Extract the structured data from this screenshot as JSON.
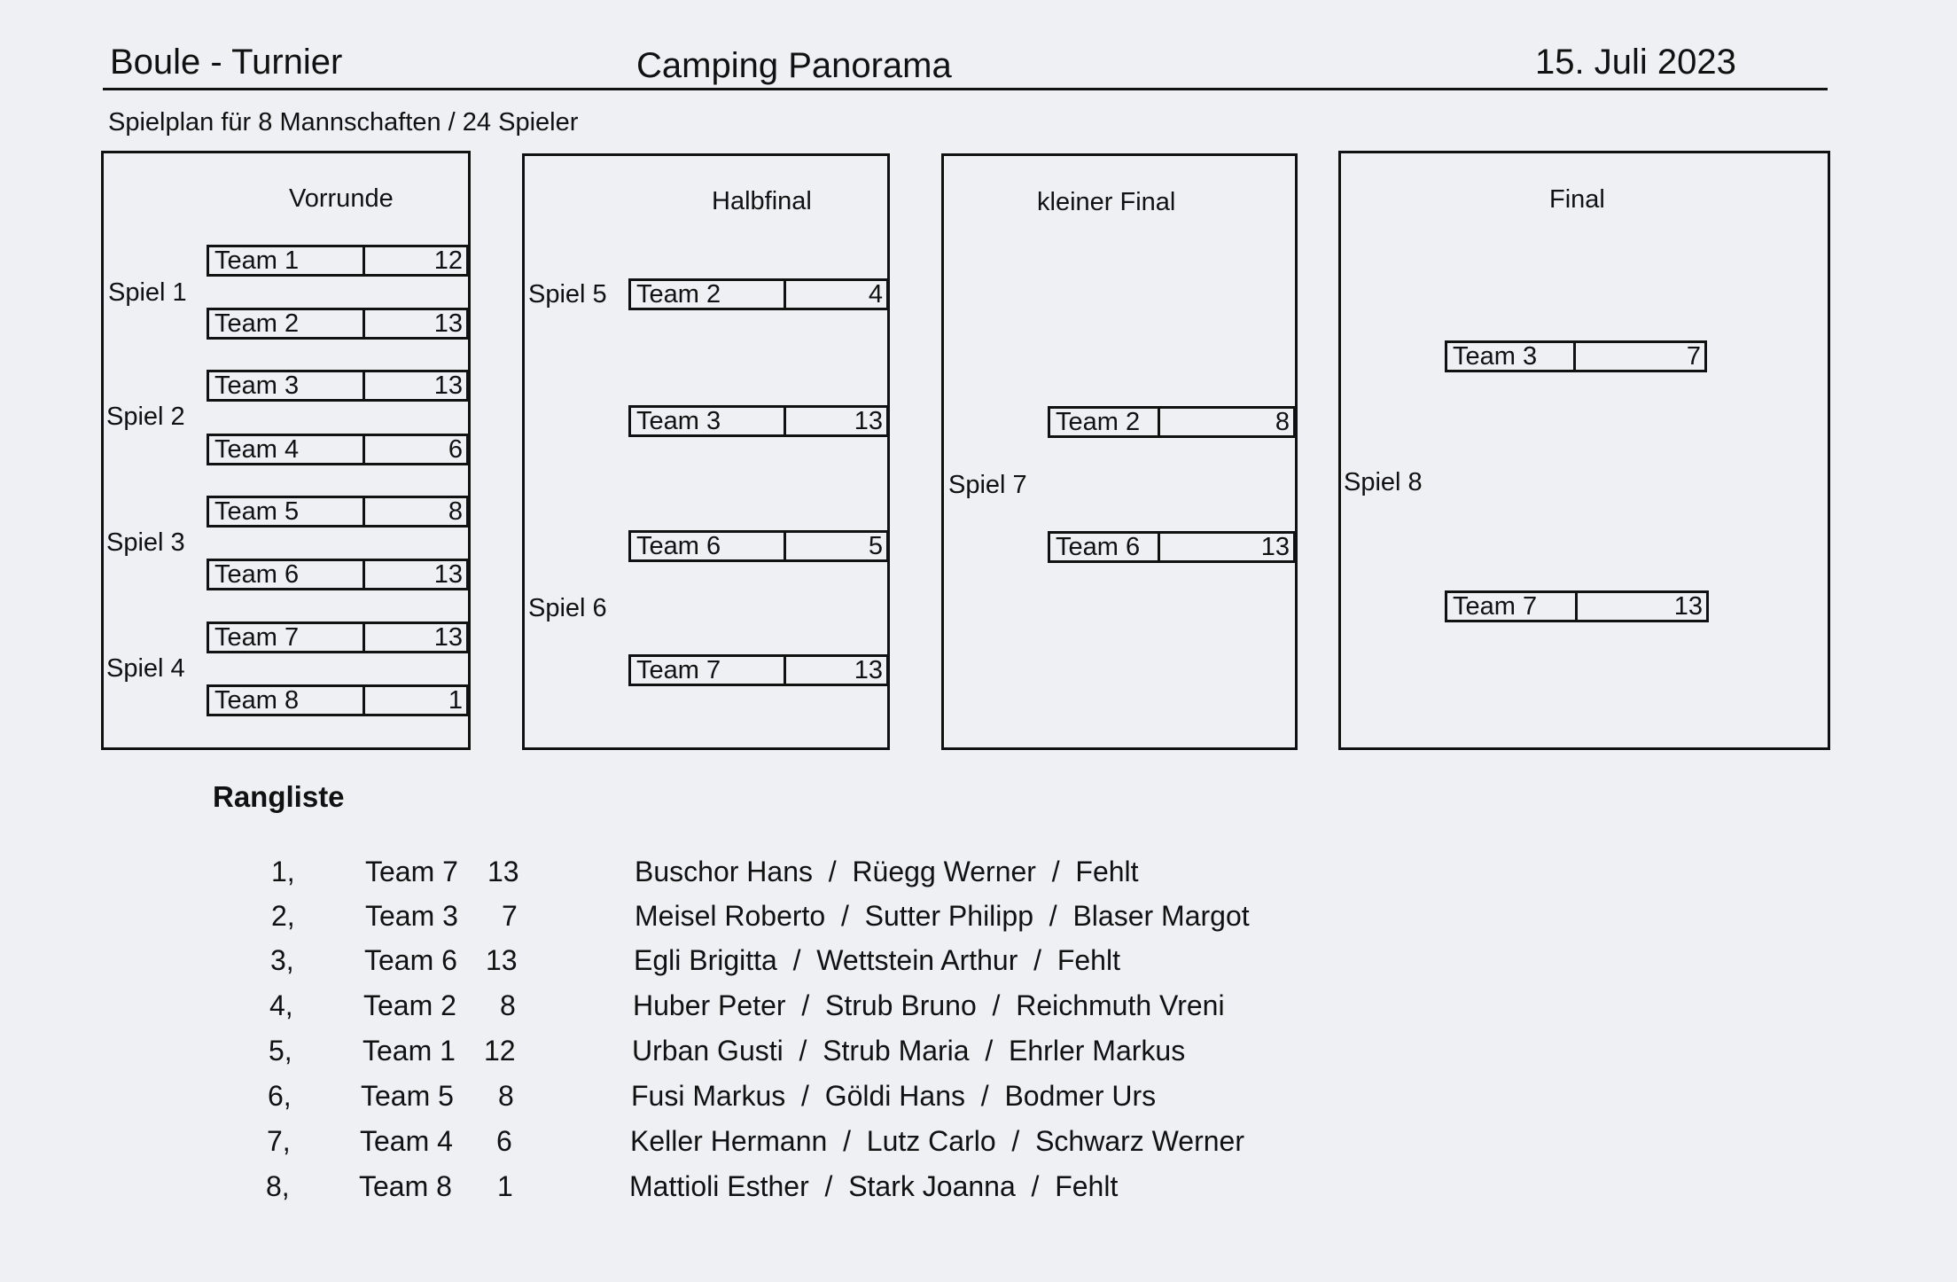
{
  "header": {
    "left": "Boule - Turnier",
    "center": "Camping Panorama",
    "right": "15. Juli 2023"
  },
  "subtitle": "Spielplan für 8 Mannschaften / 24 Spieler",
  "rounds": {
    "vorrunde": {
      "title": "Vorrunde",
      "games": [
        {
          "label": "Spiel 1",
          "teams": [
            {
              "name": "Team 1",
              "score": "12"
            },
            {
              "name": "Team 2",
              "score": "13"
            }
          ]
        },
        {
          "label": "Spiel 2",
          "teams": [
            {
              "name": "Team 3",
              "score": "13"
            },
            {
              "name": "Team 4",
              "score": "6"
            }
          ]
        },
        {
          "label": "Spiel 3",
          "teams": [
            {
              "name": "Team 5",
              "score": "8"
            },
            {
              "name": "Team 6",
              "score": "13"
            }
          ]
        },
        {
          "label": "Spiel 4",
          "teams": [
            {
              "name": "Team 7",
              "score": "13"
            },
            {
              "name": "Team 8",
              "score": "1"
            }
          ]
        }
      ]
    },
    "halbfinal": {
      "title": "Halbfinal",
      "games": [
        {
          "label": "Spiel 5",
          "teams": [
            {
              "name": "Team 2",
              "score": "4"
            },
            {
              "name": "Team 3",
              "score": "13"
            }
          ]
        },
        {
          "label": "Spiel 6",
          "teams": [
            {
              "name": "Team 6",
              "score": "5"
            },
            {
              "name": "Team 7",
              "score": "13"
            }
          ]
        }
      ]
    },
    "kleiner_final": {
      "title": "kleiner Final",
      "games": [
        {
          "label": "Spiel 7",
          "teams": [
            {
              "name": "Team 2",
              "score": "8"
            },
            {
              "name": "Team 6",
              "score": "13"
            }
          ]
        }
      ]
    },
    "final": {
      "title": "Final",
      "games": [
        {
          "label": "Spiel 8",
          "teams": [
            {
              "name": "Team 3",
              "score": "7"
            },
            {
              "name": "Team 7",
              "score": "13"
            }
          ]
        }
      ]
    }
  },
  "rangliste": {
    "title": "Rangliste",
    "rows": [
      {
        "rank": "1,",
        "team": "Team 7",
        "score": "13",
        "players": "Buschor Hans  /  Rüegg Werner  /  Fehlt"
      },
      {
        "rank": "2,",
        "team": "Team 3",
        "score": "7",
        "players": "Meisel Roberto  /  Sutter Philipp  /  Blaser Margot"
      },
      {
        "rank": "3,",
        "team": "Team 6",
        "score": "13",
        "players": "Egli Brigitta  /  Wettstein Arthur  /  Fehlt"
      },
      {
        "rank": "4,",
        "team": "Team 2",
        "score": "8",
        "players": "Huber Peter  /  Strub Bruno  /  Reichmuth Vreni"
      },
      {
        "rank": "5,",
        "team": "Team 1",
        "score": "12",
        "players": "Urban Gusti  /  Strub Maria  /  Ehrler Markus"
      },
      {
        "rank": "6,",
        "team": "Team 5",
        "score": "8",
        "players": "Fusi Markus  /  Göldi Hans  /  Bodmer Urs"
      },
      {
        "rank": "7,",
        "team": "Team 4",
        "score": "6",
        "players": "Keller Hermann  /  Lutz Carlo  /  Schwarz Werner"
      },
      {
        "rank": "8,",
        "team": "Team 8",
        "score": "1",
        "players": "Mattioli Esther  /  Stark Joanna  /  Fehlt"
      }
    ]
  }
}
